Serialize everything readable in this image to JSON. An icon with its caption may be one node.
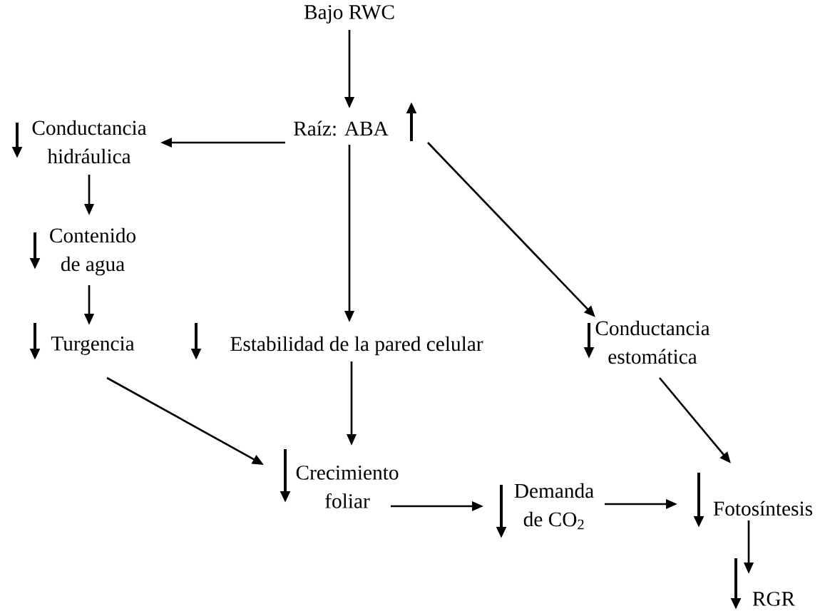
{
  "diagram": {
    "nodes": [
      {
        "text": [
          "Bajo RWC"
        ]
      },
      {
        "text": [
          "Raíz: ABA"
        ]
      },
      {
        "text": [
          "Conductancia hidráulica"
        ]
      },
      {
        "text": [
          "Contenido de agua"
        ]
      },
      {
        "text": [
          "Turgencia"
        ]
      },
      {
        "text": [
          "Estabilidad de la pared celular"
        ]
      },
      {
        "text": [
          "Conductancia estomática"
        ]
      },
      {
        "text": [
          "Crecimiento foliar"
        ]
      },
      {
        "text": [
          "Demanda de CO$_{2}$"
        ]
      },
      {
        "text": [
          "Fotosíntesis"
        ]
      },
      {
        "text": [
          "RGR"
        ]
      }
    ],
    "edges": [
      {
        "from": 0,
        "to": 1,
        "arrow": "to"
      },
      {
        "from": 1,
        "to": 2,
        "arrow": "to"
      },
      {
        "from": 1,
        "to": 5,
        "arrow": "to"
      },
      {
        "from": 1,
        "to": 6,
        "arrow": "to"
      },
      {
        "from": 2,
        "to": 3,
        "arrow": "to"
      },
      {
        "from": 3,
        "to": 4,
        "arrow": "to"
      },
      {
        "from": 4,
        "to": 7,
        "arrow": "to"
      },
      {
        "from": 5,
        "to": 7,
        "arrow": "to"
      },
      {
        "from": 6,
        "to": 9,
        "arrow": "to"
      },
      {
        "from": 7,
        "to": 8,
        "arrow": "to"
      },
      {
        "from": 8,
        "to": 9,
        "arrow": "to"
      },
      {
        "from": 9,
        "to": 10,
        "arrow": "to"
      }
    ]
  }
}
